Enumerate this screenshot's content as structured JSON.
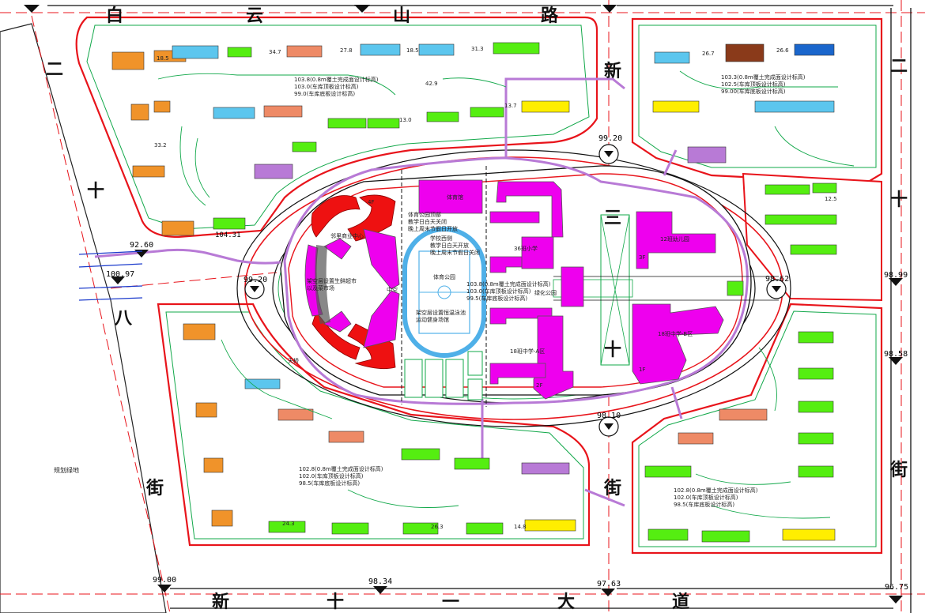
{
  "map": {
    "roads": {
      "north_name": [
        "白",
        "云",
        "山",
        "路"
      ],
      "south_name": [
        "新",
        "十",
        "一",
        "大",
        "道"
      ],
      "west_name": [
        "二",
        "十",
        "八",
        "街"
      ],
      "east_name": [
        "新",
        "三",
        "十",
        "街"
      ],
      "east_far_name": [
        "二",
        "十",
        "街"
      ]
    },
    "elevations": {
      "nw_road": "92.60",
      "w_mid": "100.97",
      "w_node": "99.20",
      "n_node": "99.20",
      "e_node": "98.62",
      "ne_edge": "98.99",
      "e_edge": "98.58",
      "s_node": "98.10",
      "sw_corner": "99.00",
      "s_mid": "98.34",
      "se_mid": "97.63",
      "se_corner": "96.75",
      "nw_top": "104.31"
    },
    "green_space": "规划绿地",
    "notes": {
      "nw": [
        "103.8(0.8m覆土完成面设计标高)",
        "103.0(车库顶板设计标高)",
        "99.0(车库底板设计标高)"
      ],
      "ne": [
        "103.3(0.8m覆土完成面设计标高)",
        "102.5(车库顶板设计标高)",
        "99.00(车库底板设计标高)"
      ],
      "sw": [
        "102.8(0.8m覆土完成面设计标高)",
        "102.0(车库顶板设计标高)",
        "98.5(车库底板设计标高)"
      ],
      "se": [
        "102.8(0.8m覆土完成面设计标高)",
        "102.0(车库顶板设计标高)",
        "98.5(车库底板设计标高)"
      ],
      "center": [
        "103.8(0.8m覆土完成面设计标高)",
        "103.0(车库顶板设计标高)",
        "99.5(车库底板设计标高)"
      ]
    },
    "center_labels": {
      "sports_hall": "体育馆",
      "park_top": [
        "体育公园顶部",
        "教学日白天关闭",
        "晚上周末节假日开放"
      ],
      "school_gate": [
        "学校西侧",
        "教学日白天开放",
        "晚上周末节假日关闭"
      ],
      "sports_park": "体育公园",
      "pool": [
        "架空层设置恒温泳池",
        "运动健身场馆"
      ],
      "primary": "36班小学",
      "middle_a": "18班中学-A区",
      "green_park": "绿化公园",
      "kindergarten": "12班幼儿园",
      "middle_b": "18班中学-B区",
      "commercial": "邻里商业中心",
      "fresh_market": [
        "架空层设置生鲜超市",
        "以及菜市场"
      ],
      "atrium": "中空",
      "bridge": "天桥",
      "floor_1f": "1F",
      "floor_2f": "2F",
      "floor_3f": "3F",
      "floor_4f": "4F"
    },
    "dims": [
      "18.5",
      "34.7",
      "27.8",
      "18.5",
      "31.3",
      "26.7",
      "26.6",
      "13.7",
      "24.3",
      "26.3",
      "14.8",
      "13.0",
      "12.5",
      "33.2",
      "42.9"
    ],
    "colors": {
      "road_red": "#e8141b",
      "green_line": "#12a84a",
      "magenta": "#ee00ee",
      "purple": "#b87ad6",
      "orange": "#f0932a",
      "blue": "#5cc6ee",
      "yellow": "#ffee00",
      "lime": "#55ee11",
      "salmon": "#ee8a66",
      "red_build": "#ee1111",
      "dark_blue": "#1a66cc",
      "brown": "#8a3a1a",
      "track": "#4fb0e8"
    }
  }
}
